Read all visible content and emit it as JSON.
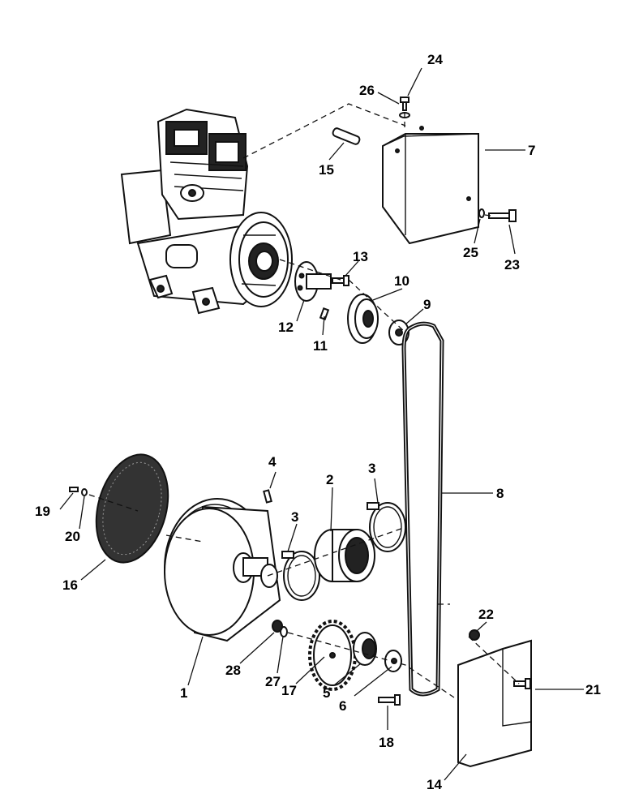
{
  "callouts": {
    "p1": "1",
    "p2": "2",
    "p3a": "3",
    "p3b": "3",
    "p4": "4",
    "p5": "5",
    "p6": "6",
    "p7": "7",
    "p8": "8",
    "p9": "9",
    "p10": "10",
    "p11": "11",
    "p12": "12",
    "p13": "13",
    "p14": "14",
    "p15": "15",
    "p16": "16",
    "p17": "17",
    "p18": "18",
    "p19": "19",
    "p20": "20",
    "p21": "21",
    "p22": "22",
    "p23": "23",
    "p24": "24",
    "p25": "25",
    "p26": "26",
    "p27": "27",
    "p28": "28"
  }
}
